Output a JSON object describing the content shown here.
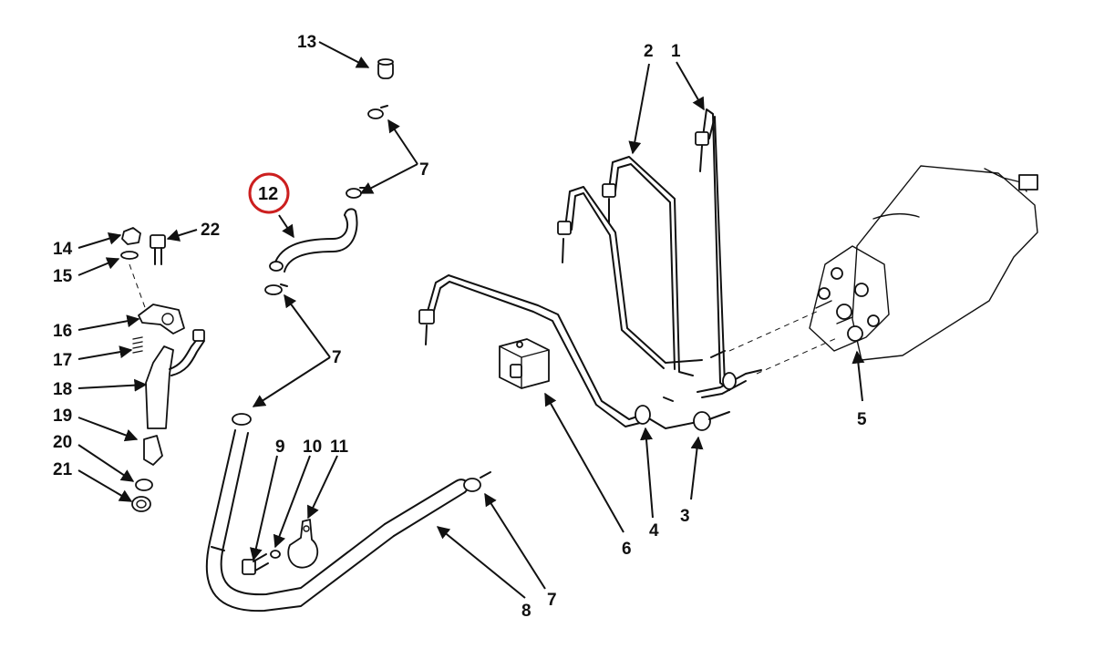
{
  "callouts": {
    "c1": "1",
    "c2": "2",
    "c3": "3",
    "c4": "4",
    "c5": "5",
    "c6": "6",
    "c7a": "7",
    "c7b": "7",
    "c7c": "7",
    "c8": "8",
    "c9": "9",
    "c10": "10",
    "c11": "11",
    "c12": "12",
    "c13": "13",
    "c14": "14",
    "c15": "15",
    "c16": "16",
    "c17": "17",
    "c18": "18",
    "c19": "19",
    "c20": "20",
    "c21": "21",
    "c22": "22"
  },
  "highlight_color": "#cc1f1f",
  "line_color": "#111111"
}
